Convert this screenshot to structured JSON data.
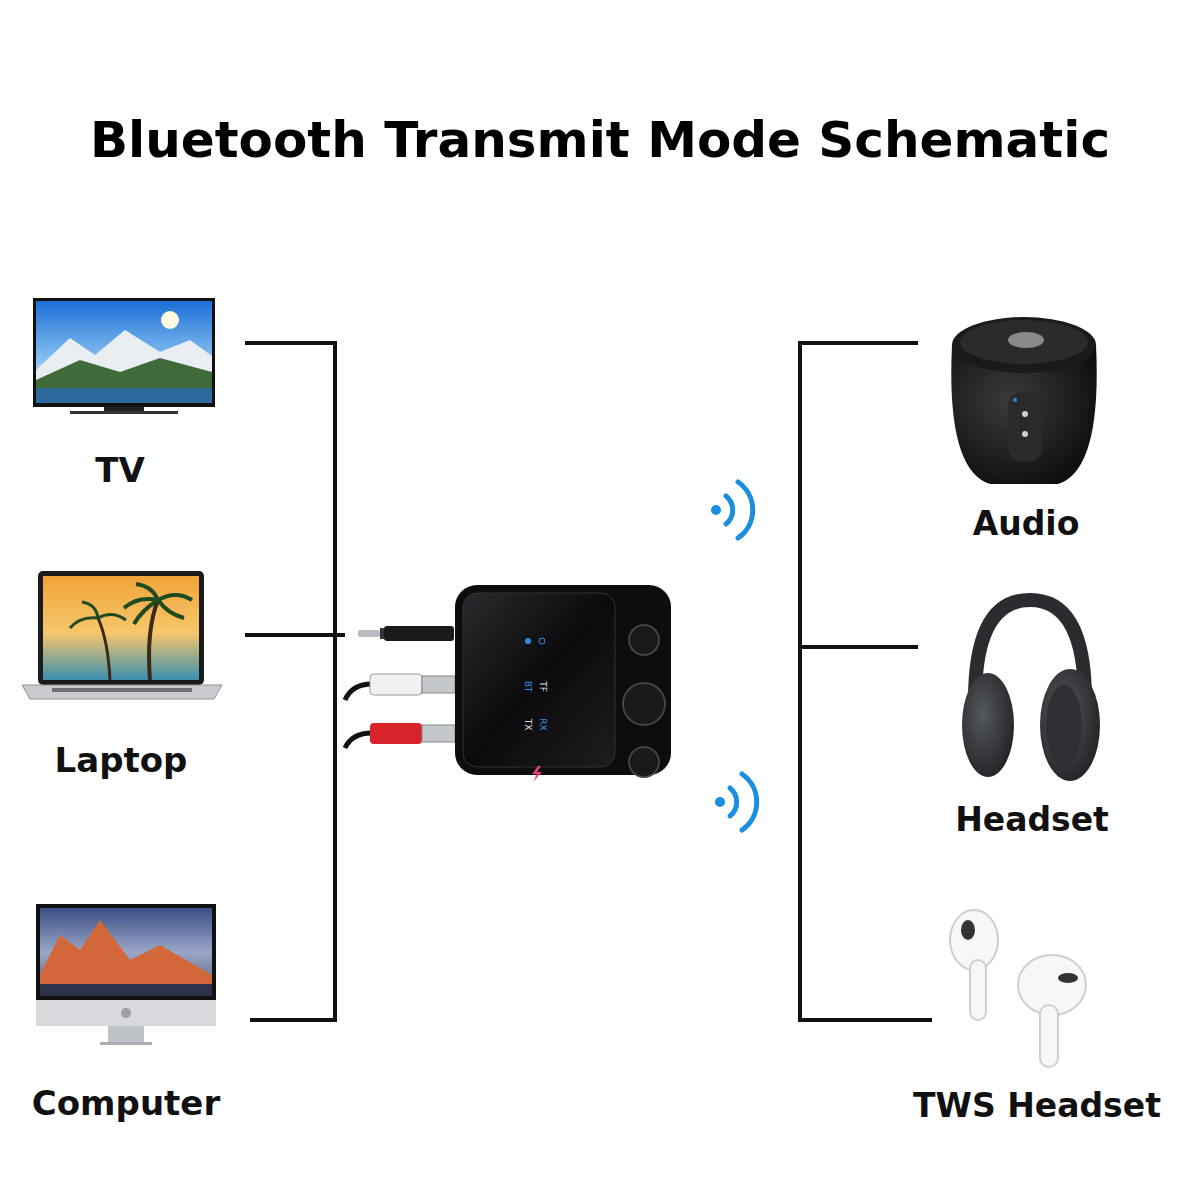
{
  "diagram": {
    "title": "Bluetooth Transmit Mode Schematic",
    "nodes": [
      {
        "text": [
          "TV"
        ]
      },
      {
        "text": [
          "Laptop"
        ]
      },
      {
        "text": [
          "Computer"
        ]
      },
      {
        "text": [
          "BT",
          "TF",
          "TX",
          "RX"
        ]
      },
      {
        "text": [
          "Audio"
        ]
      },
      {
        "text": [
          "Headset"
        ]
      },
      {
        "text": [
          "TWS Headset"
        ]
      }
    ],
    "edges": [
      {
        "from": 0,
        "to": 3,
        "arrow": "none"
      },
      {
        "from": 1,
        "to": 3,
        "arrow": "none"
      },
      {
        "from": 2,
        "to": 3,
        "arrow": "none"
      }
    ]
  }
}
